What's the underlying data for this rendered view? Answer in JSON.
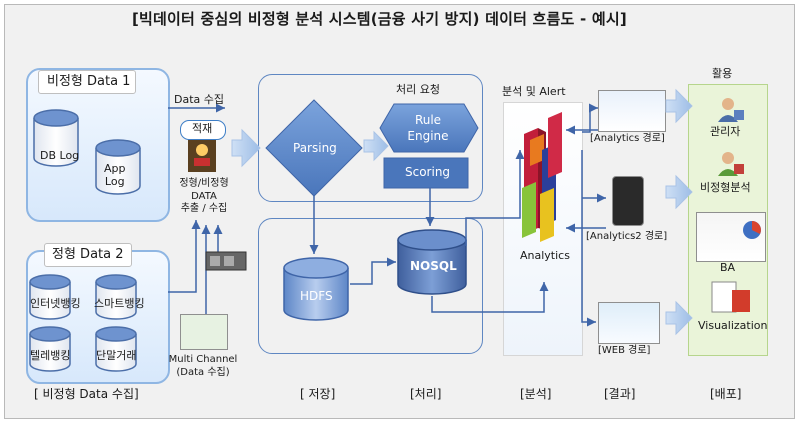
{
  "title": "[빅데이터 중심의  비정형 분석  시스템(금융 사기 방지) 데이터 흐름도 - 예시]",
  "sources": {
    "unstructured": {
      "header": "비정형 Data 1",
      "items": [
        "DB Log",
        "App\nLog"
      ]
    },
    "structured": {
      "header": "정형 Data 2",
      "items": [
        "인터넷뱅킹",
        "스마트뱅킹",
        "텔레뱅킹",
        "단말거래"
      ]
    }
  },
  "collection": {
    "label": "Data 수집",
    "badge": "적재",
    "extract": "정형/비정형\nDATA\n추출 / 수집",
    "multi_channel": "Multi Channel\n(Data 수집)"
  },
  "processing": {
    "request_label": "처리 요청",
    "parsing": "Parsing",
    "rule_engine": "Rule\nEngine",
    "scoring": "Scoring",
    "hdfs": "HDFS",
    "nosql": "NOSQL"
  },
  "analysis": {
    "top_label": "분석 및 Alert",
    "analytics": "Analytics"
  },
  "results": {
    "analytics_route": "[Analytics 경로]",
    "analytics2_route": "[Analytics2 경로]",
    "web_route": "[WEB 경로]"
  },
  "distribution": {
    "heading": "활용",
    "items": [
      "관리자",
      "비정형분석",
      "BA",
      "Visualization"
    ]
  },
  "footer_labels": [
    "[ 비정형  Data 수집]",
    "[ 저장]",
    "[처리]",
    "[분석]",
    "[결과]",
    "[배포]"
  ]
}
